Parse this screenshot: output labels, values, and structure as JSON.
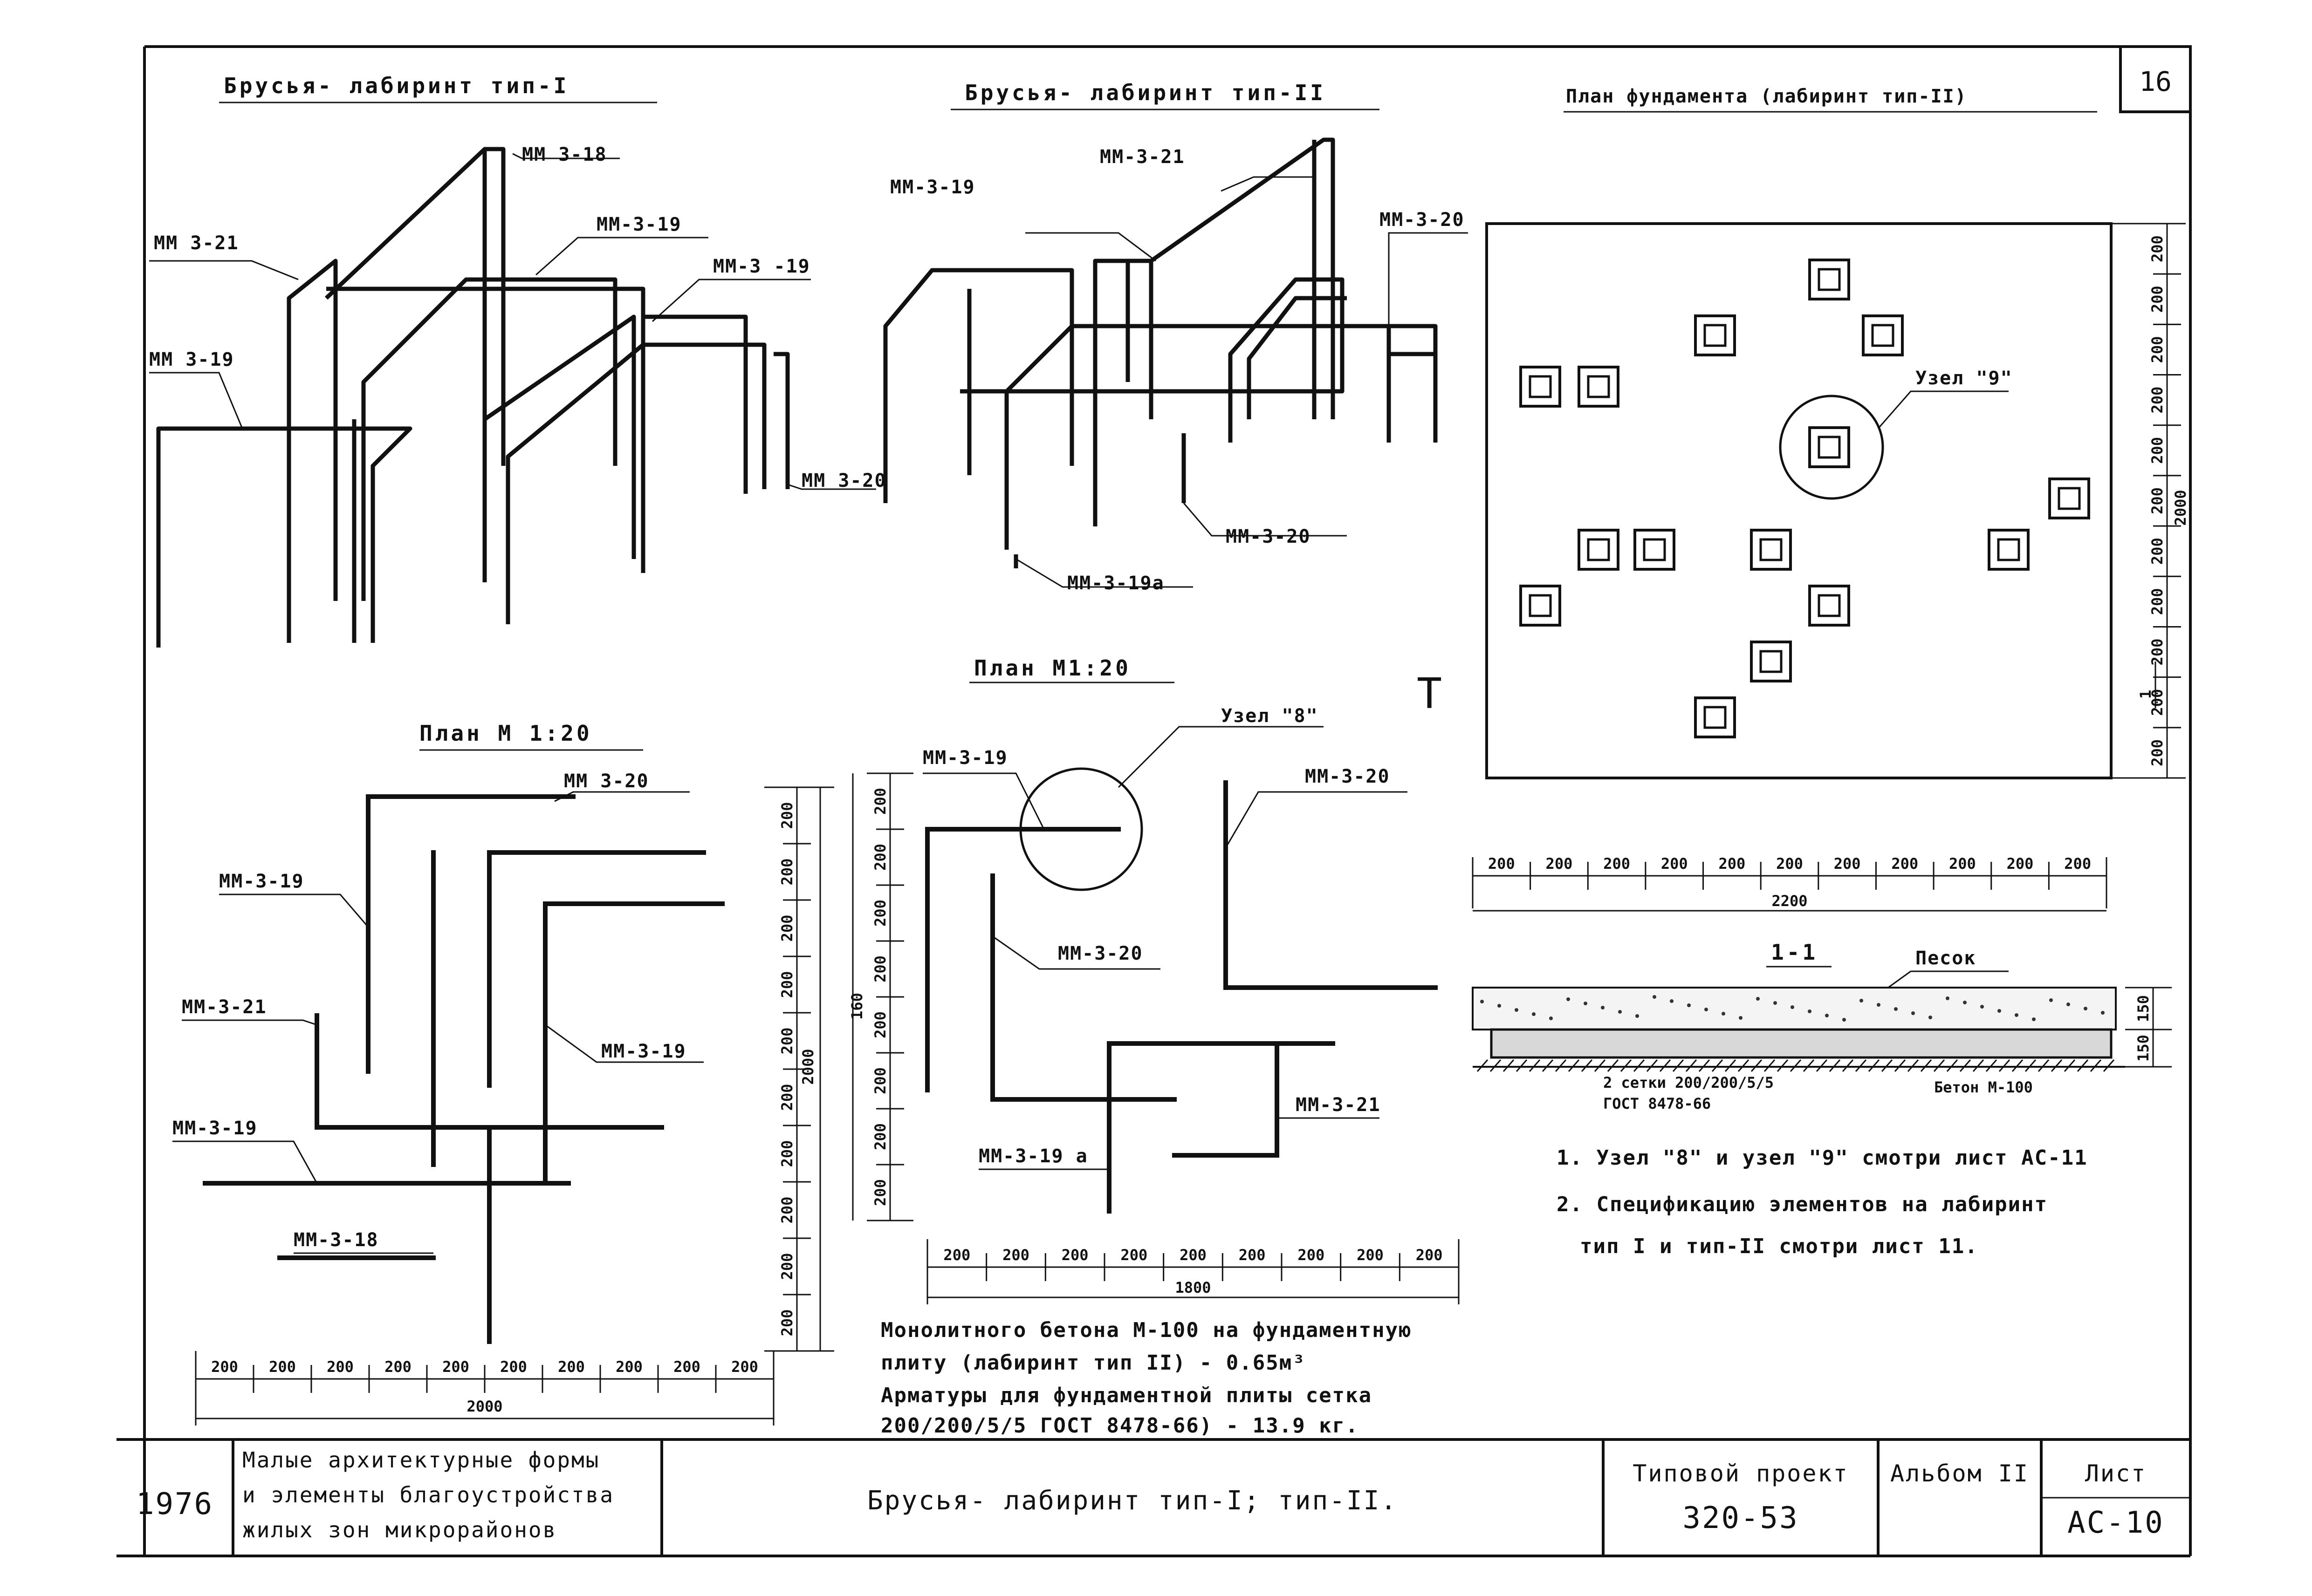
{
  "sheet_number": "16",
  "views": {
    "iso_type1": {
      "title": "Брусья- лабиринт тип-I",
      "labels": [
        "ММ 3-18",
        "ММ-3-19",
        "ММ 3-21",
        "ММ-3 -19",
        "ММ 3-19",
        "ММ 3-20"
      ]
    },
    "iso_type2": {
      "title": "Брусья- лабиринт тип-II",
      "labels": [
        "ММ-3-21",
        "ММ-3-19",
        "ММ-3-20",
        "ММ-3-20",
        "ММ-3-19а"
      ]
    },
    "foundation_plan": {
      "title": "План фундамента (лабиринт тип-II)",
      "node_label": "Узел \"9\"",
      "side_dims": [
        "200",
        "200",
        "200",
        "200",
        "200",
        "200",
        "200",
        "200",
        "200",
        "200",
        "200"
      ],
      "side_total": "2000",
      "mark": "1"
    },
    "plan_type1": {
      "title": "План М 1:20",
      "labels": [
        "ММ 3-20",
        "ММ-3-19",
        "ММ-3-21",
        "ММ-3-19",
        "ММ-3-19",
        "ММ-3-18"
      ],
      "bottom_dims": [
        "200",
        "200",
        "200",
        "200",
        "200",
        "200",
        "200",
        "200",
        "200",
        "200"
      ],
      "bottom_total": "2000",
      "side_dims": [
        "200",
        "200",
        "200",
        "200",
        "200",
        "200",
        "200",
        "200",
        "200",
        "200"
      ],
      "side_total": "2000"
    },
    "plan_type2": {
      "title": "План М1:20",
      "node_label": "Узел \"8\"",
      "labels": [
        "ММ-3-19",
        "ММ-3-20",
        "ММ-3-20",
        "ММ-3-21",
        "ММ-3-19 а"
      ],
      "bottom_dims": [
        "200",
        "200",
        "200",
        "200",
        "200",
        "200",
        "200",
        "200",
        "200"
      ],
      "bottom_total": "1800",
      "side_dims": [
        "200",
        "200",
        "200",
        "200",
        "200",
        "200",
        "200",
        "200"
      ],
      "side_total": "160"
    },
    "section": {
      "title": "1-1",
      "top_dims": [
        "200",
        "200",
        "200",
        "200",
        "200",
        "200",
        "200",
        "200",
        "200",
        "200",
        "200"
      ],
      "top_total": "2200",
      "sand_label": "Песок",
      "mesh_label": "2 сетки 200/200/5/5",
      "gost_label": "ГОСТ 8478-66",
      "concrete_label": "Бетон М-100",
      "right_dims": [
        "150",
        "150"
      ]
    },
    "section_mark": "Т"
  },
  "notes": [
    "1. Узел \"8\" и узел \"9\" смотри лист АС-11",
    "2. Спецификацию элементов на лабиринт",
    "тип I и тип-II смотри лист 11."
  ],
  "materials": [
    "Монолитного бетона М-100 на фундаментную",
    "плиту (лабиринт тип II) - 0.65м³",
    "Арматуры для фундаментной плиты сетка",
    "200/200/5/5  ГОСТ 8478-66) -    13.9 кг."
  ],
  "title_block": {
    "year": "1976",
    "org_lines": [
      "Малые архитектурные формы",
      "и элементы благоустройства",
      "жилых зон микрорайонов"
    ],
    "drawing_title": "Брусья- лабиринт тип-I; тип-II.",
    "project_label": "Типовой проект",
    "project_number": "320-53",
    "album_label": "Альбом II",
    "sheet_label": "Лист",
    "sheet_code": "АС-10"
  }
}
